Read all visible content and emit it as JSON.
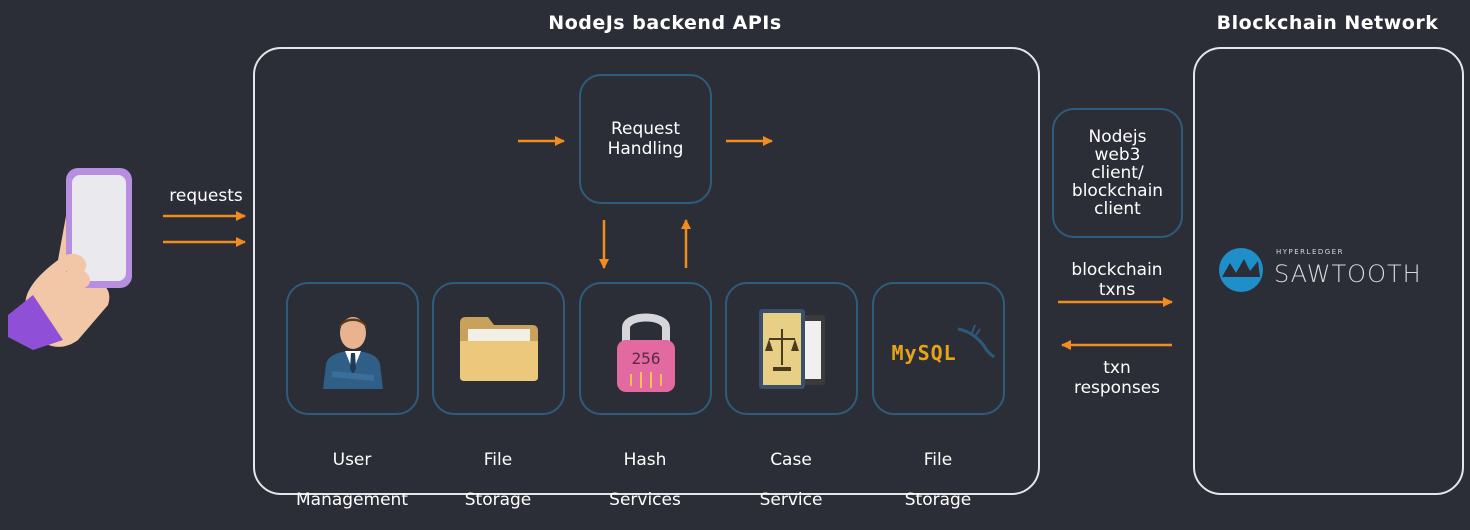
{
  "titles": {
    "backend": "NodeJs backend APIs",
    "network": "Blockchain Network"
  },
  "request_handling": {
    "line1": "Request",
    "line2": "Handling"
  },
  "web3_client": {
    "lines": [
      "Nodejs",
      "web3",
      "client/",
      "blockchain",
      "client"
    ]
  },
  "edge_labels": {
    "requests": "requests",
    "blockchain_txns_1": "blockchain",
    "blockchain_txns_2": "txns",
    "txn_responses_1": "txn",
    "txn_responses_2": "responses"
  },
  "services": [
    {
      "line1": "User",
      "line2": "Management",
      "icon": "businessman-icon"
    },
    {
      "line1": "File",
      "line2": "Storage",
      "icon": "folder-icon"
    },
    {
      "line1": "Hash",
      "line2": "Services",
      "icon": "padlock-256-icon"
    },
    {
      "line1": "Case",
      "line2": "Service",
      "icon": "legal-document-icon"
    },
    {
      "line1": "File",
      "line2": "Storage",
      "icon": "mysql-logo-icon"
    }
  ],
  "logos": {
    "mysql": "MySQL",
    "hyperledger": "HYPERLEDGER",
    "sawtooth": "SAWTOOTH"
  },
  "colors": {
    "background": "#2b2e36",
    "arrow": "#f28c1e",
    "node_border": "#2f5b7c",
    "panel_border": "#e6e6ea"
  }
}
